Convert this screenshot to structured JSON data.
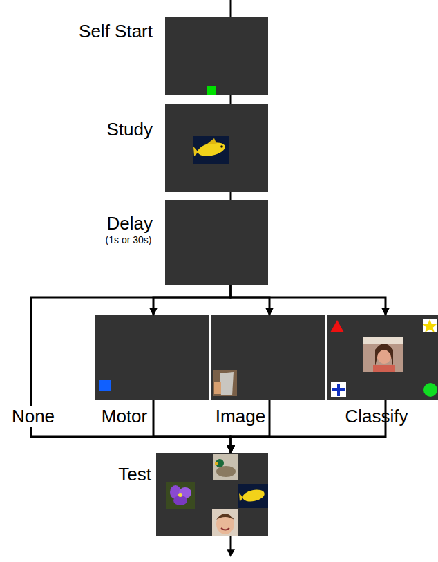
{
  "diagram": {
    "nodes": [
      {
        "text": [
          "Self Start"
        ]
      },
      {
        "text": [
          "Study"
        ]
      },
      {
        "text": [
          "Delay",
          "(1s or 30s)"
        ]
      },
      {
        "text": [
          "Motor"
        ]
      },
      {
        "text": [
          "Image"
        ]
      },
      {
        "text": [
          "Classify"
        ]
      },
      {
        "text": [
          "Test"
        ]
      }
    ],
    "edges": [
      {
        "from": 0,
        "to": 1,
        "arrow": "none"
      },
      {
        "from": 1,
        "to": 2,
        "arrow": "none"
      },
      {
        "from": 2,
        "to": 3,
        "arrow": "to"
      },
      {
        "from": 2,
        "to": 4,
        "arrow": "to"
      },
      {
        "from": 2,
        "to": 5,
        "arrow": "to"
      },
      {
        "from": 2,
        "to": 6,
        "arrow": "to"
      },
      {
        "from": 3,
        "to": 6,
        "arrow": "to"
      },
      {
        "from": 4,
        "to": 6,
        "arrow": "to"
      },
      {
        "from": 5,
        "to": 6,
        "arrow": "to"
      }
    ],
    "labels": [
      "None"
    ]
  }
}
